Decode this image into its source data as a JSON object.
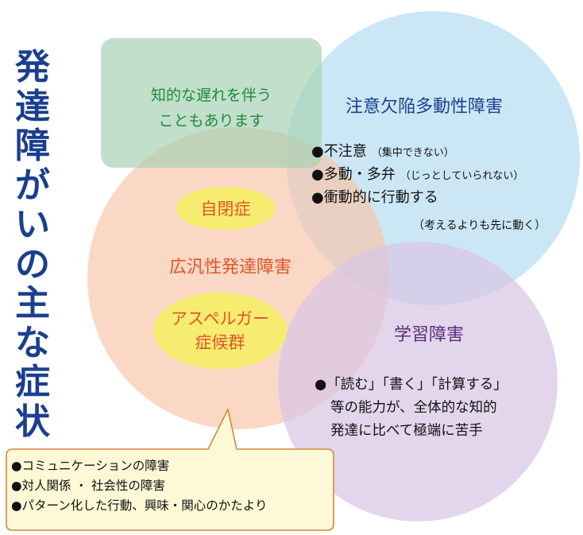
{
  "page_title": "発達障がいの主な症状",
  "intellectual_delay": {
    "line1": "知的な遅れを伴う",
    "line2": "こともあります"
  },
  "adhd": {
    "title": "注意欠陥多動性障害",
    "items": [
      {
        "main": "●不注意",
        "note": "（集中できない）"
      },
      {
        "main": "●多動・多弁",
        "note": "（じっとしていられない）"
      },
      {
        "main": "●衝動的に行動する",
        "note": ""
      }
    ],
    "sub_note": "（考えるよりも先に動く）"
  },
  "pdd": {
    "title": "広汎性発達障害",
    "autism": "自閉症",
    "asperger_line1": "アスペルガー",
    "asperger_line2": "症候群",
    "callout_items": [
      "●コミュニケーションの障害",
      "●対人関係 ・ 社会性の障害",
      "●パターン化した行動、興味・関心のかたより"
    ]
  },
  "ld": {
    "title": "学習障害",
    "lines": [
      "●「読む」「書く」「計算する」",
      "等の能力が、全体的な知的",
      "発達に比べて極端に苦手"
    ]
  },
  "colors": {
    "title_blue": "#1b3f8f",
    "green_text": "#1e8a3e",
    "orange_text": "#e0552b",
    "purple_text": "#5b2e7d",
    "circle_blue": "#a0d4ec",
    "circle_peach": "#f8c6aa",
    "circle_lavender": "#d8c6e4",
    "box_green": "#a6d2b4",
    "oval_yellow": "#f6ec6f",
    "callout_fill": "#fdf8d6",
    "callout_border": "#d4883d"
  }
}
